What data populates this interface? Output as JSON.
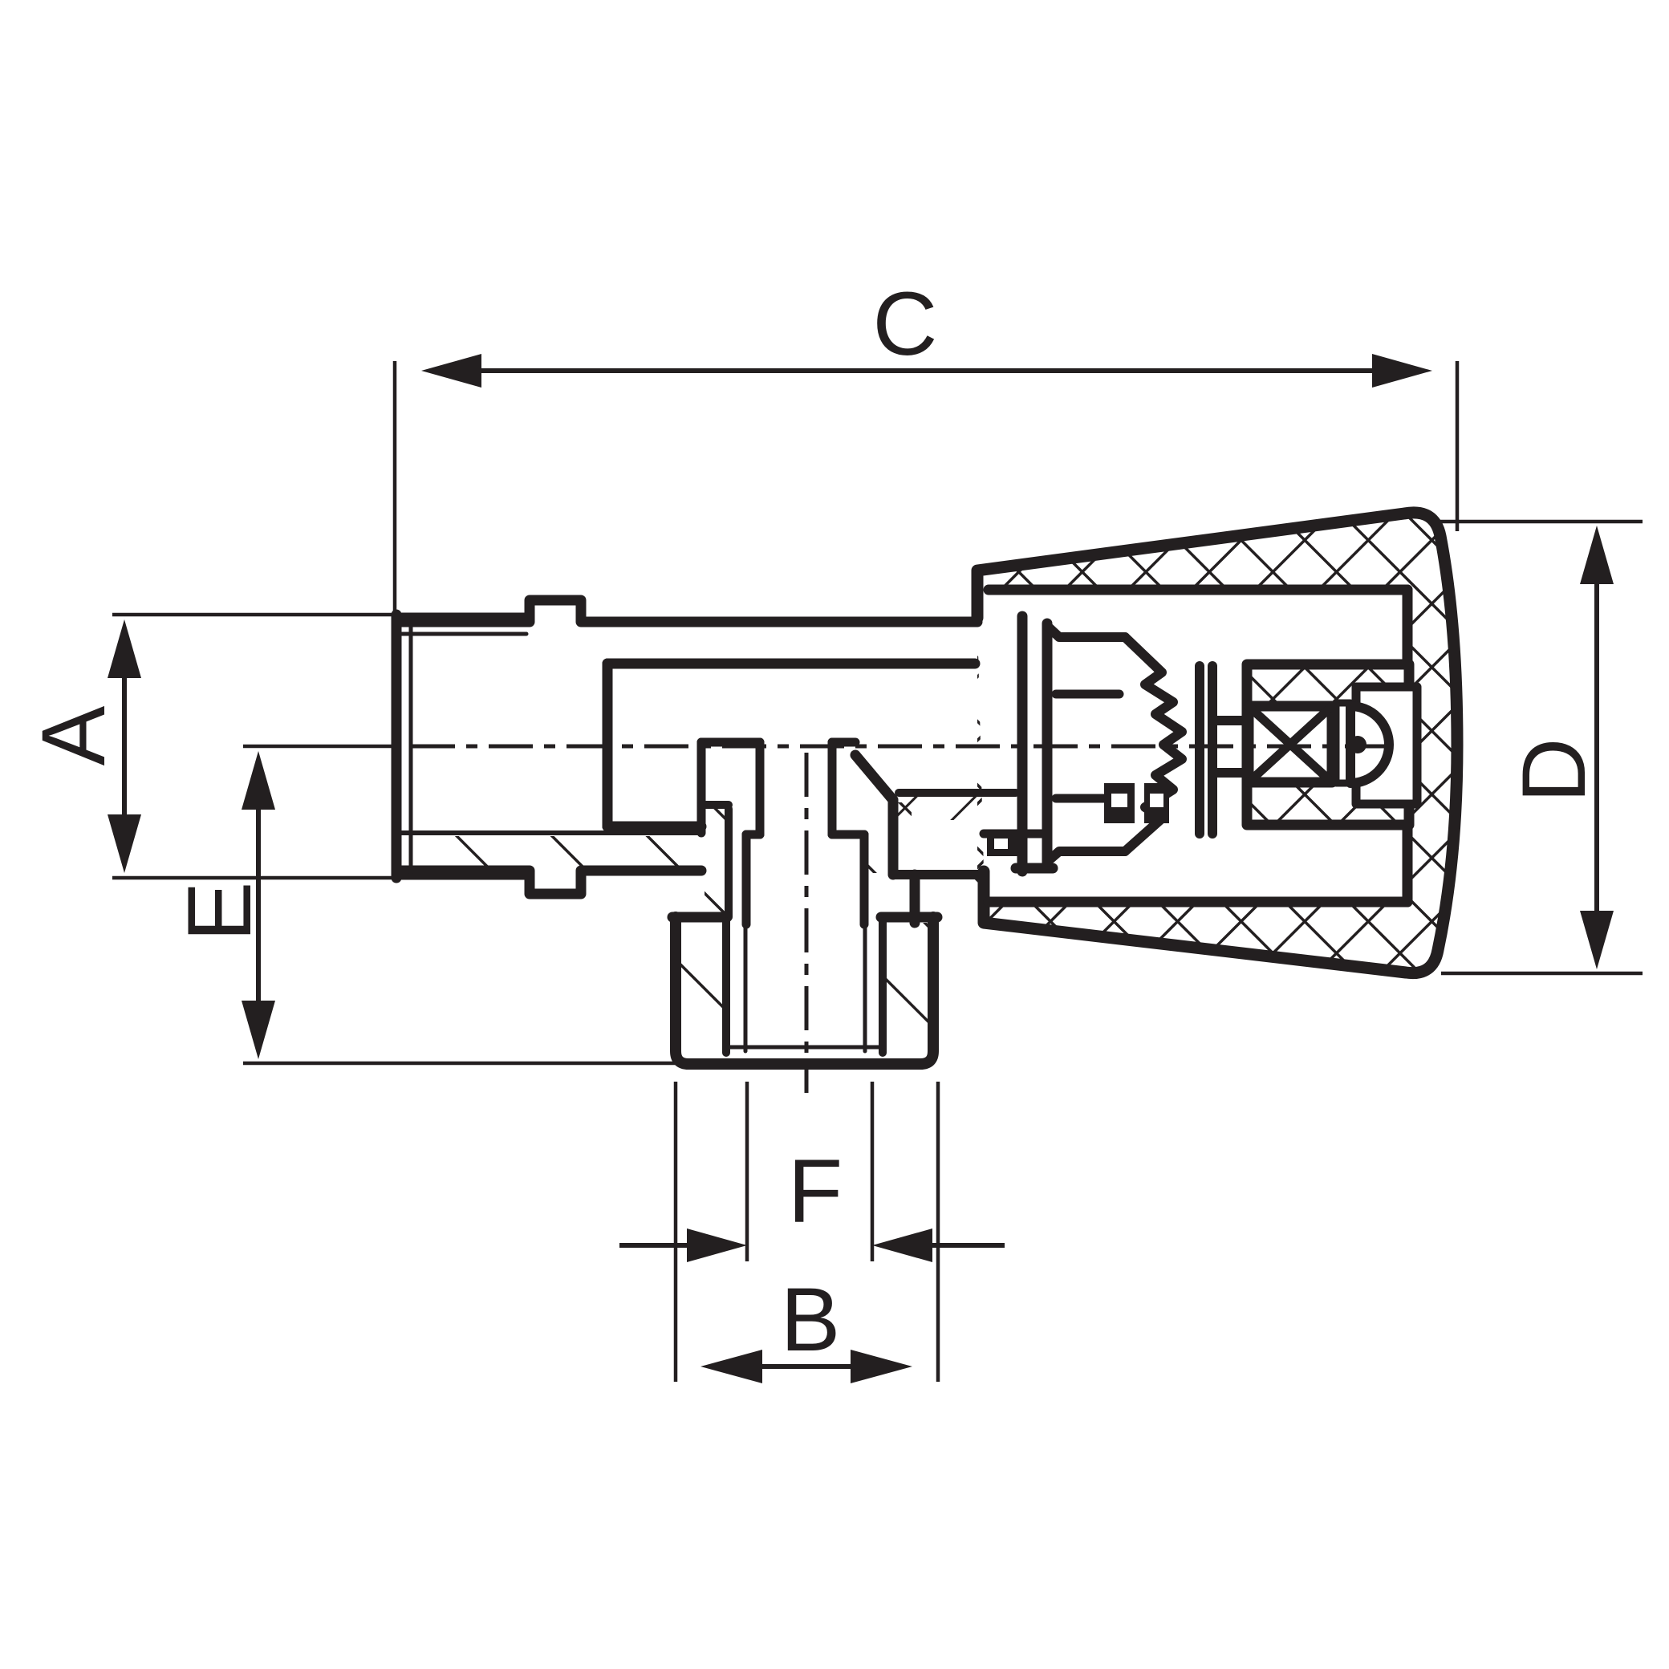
{
  "drawing": {
    "kind": "technical-cross-section",
    "subject": "angle-valve",
    "background_color": "#ffffff",
    "line_color": "#231f20"
  },
  "dimensions": {
    "C": {
      "label": "C",
      "axis": "horizontal",
      "position": "top"
    },
    "A": {
      "label": "A",
      "axis": "vertical",
      "position": "left-upper"
    },
    "E": {
      "label": "E",
      "axis": "vertical",
      "position": "left-lower"
    },
    "D": {
      "label": "D",
      "axis": "vertical",
      "position": "right"
    },
    "F": {
      "label": "F",
      "axis": "horizontal",
      "position": "bottom-inner"
    },
    "B": {
      "label": "B",
      "axis": "horizontal",
      "position": "bottom-outer"
    }
  }
}
